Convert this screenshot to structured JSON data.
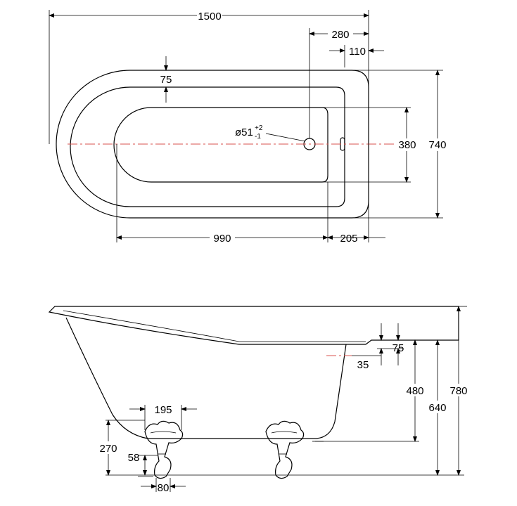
{
  "plan_view": {
    "overall_length": "1500",
    "waste_offset": "280",
    "overflow_offset": "110",
    "rim_width": "75",
    "waste_diameter": "ø51",
    "waste_tolerance_plus": "+2",
    "waste_tolerance_minus": "-1",
    "inner_width": "380",
    "overall_width": "740",
    "inner_length": "990",
    "end_length": "205"
  },
  "side_view": {
    "foot_spacing": "195",
    "foot_height": "270",
    "foot_width": "58",
    "foot_base": "80",
    "rim_drop": "75",
    "overflow_height": "35",
    "waste_height": "480",
    "end_height": "640",
    "overall_height": "780"
  }
}
